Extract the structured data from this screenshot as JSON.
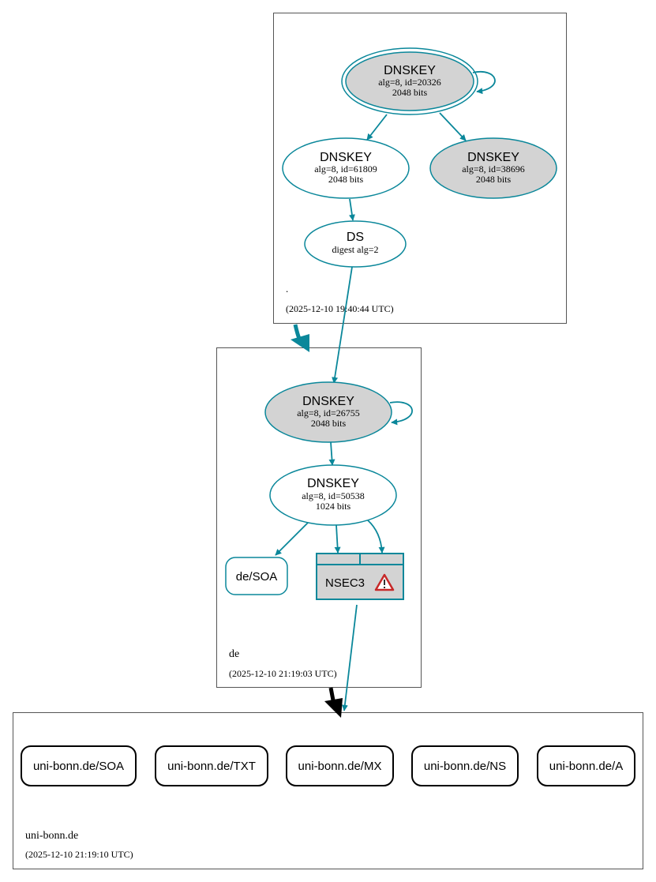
{
  "colors": {
    "edge": "#0a879a",
    "node_fill_gray": "#d3d3d3",
    "zone_border": "#555555",
    "delegation_arrow_root_de": "#0a879a",
    "delegation_arrow_de_uni": "#000000",
    "warning": "#c62828"
  },
  "zones": {
    "root": {
      "name": ".",
      "timestamp": "(2025-12-10 19:40:44 UTC)"
    },
    "de": {
      "name": "de",
      "timestamp": "(2025-12-10 21:19:03 UTC)"
    },
    "uni": {
      "name": "uni-bonn.de",
      "timestamp": "(2025-12-10 21:19:10 UTC)"
    }
  },
  "nodes": {
    "root_ksk": {
      "title": "DNSKEY",
      "line1": "alg=8, id=20326",
      "line2": "2048 bits"
    },
    "root_zsk1": {
      "title": "DNSKEY",
      "line1": "alg=8, id=61809",
      "line2": "2048 bits"
    },
    "root_zsk2": {
      "title": "DNSKEY",
      "line1": "alg=8, id=38696",
      "line2": "2048 bits"
    },
    "root_ds": {
      "title": "DS",
      "line1": "digest alg=2"
    },
    "de_ksk": {
      "title": "DNSKEY",
      "line1": "alg=8, id=26755",
      "line2": "2048 bits"
    },
    "de_zsk": {
      "title": "DNSKEY",
      "line1": "alg=8, id=50538",
      "line2": "1024 bits"
    },
    "de_soa": {
      "label": "de/SOA"
    },
    "de_nsec3": {
      "label": "NSEC3",
      "icon": "warning-icon"
    },
    "uni_records": [
      {
        "label": "uni-bonn.de/SOA"
      },
      {
        "label": "uni-bonn.de/TXT"
      },
      {
        "label": "uni-bonn.de/MX"
      },
      {
        "label": "uni-bonn.de/NS"
      },
      {
        "label": "uni-bonn.de/A"
      }
    ]
  }
}
